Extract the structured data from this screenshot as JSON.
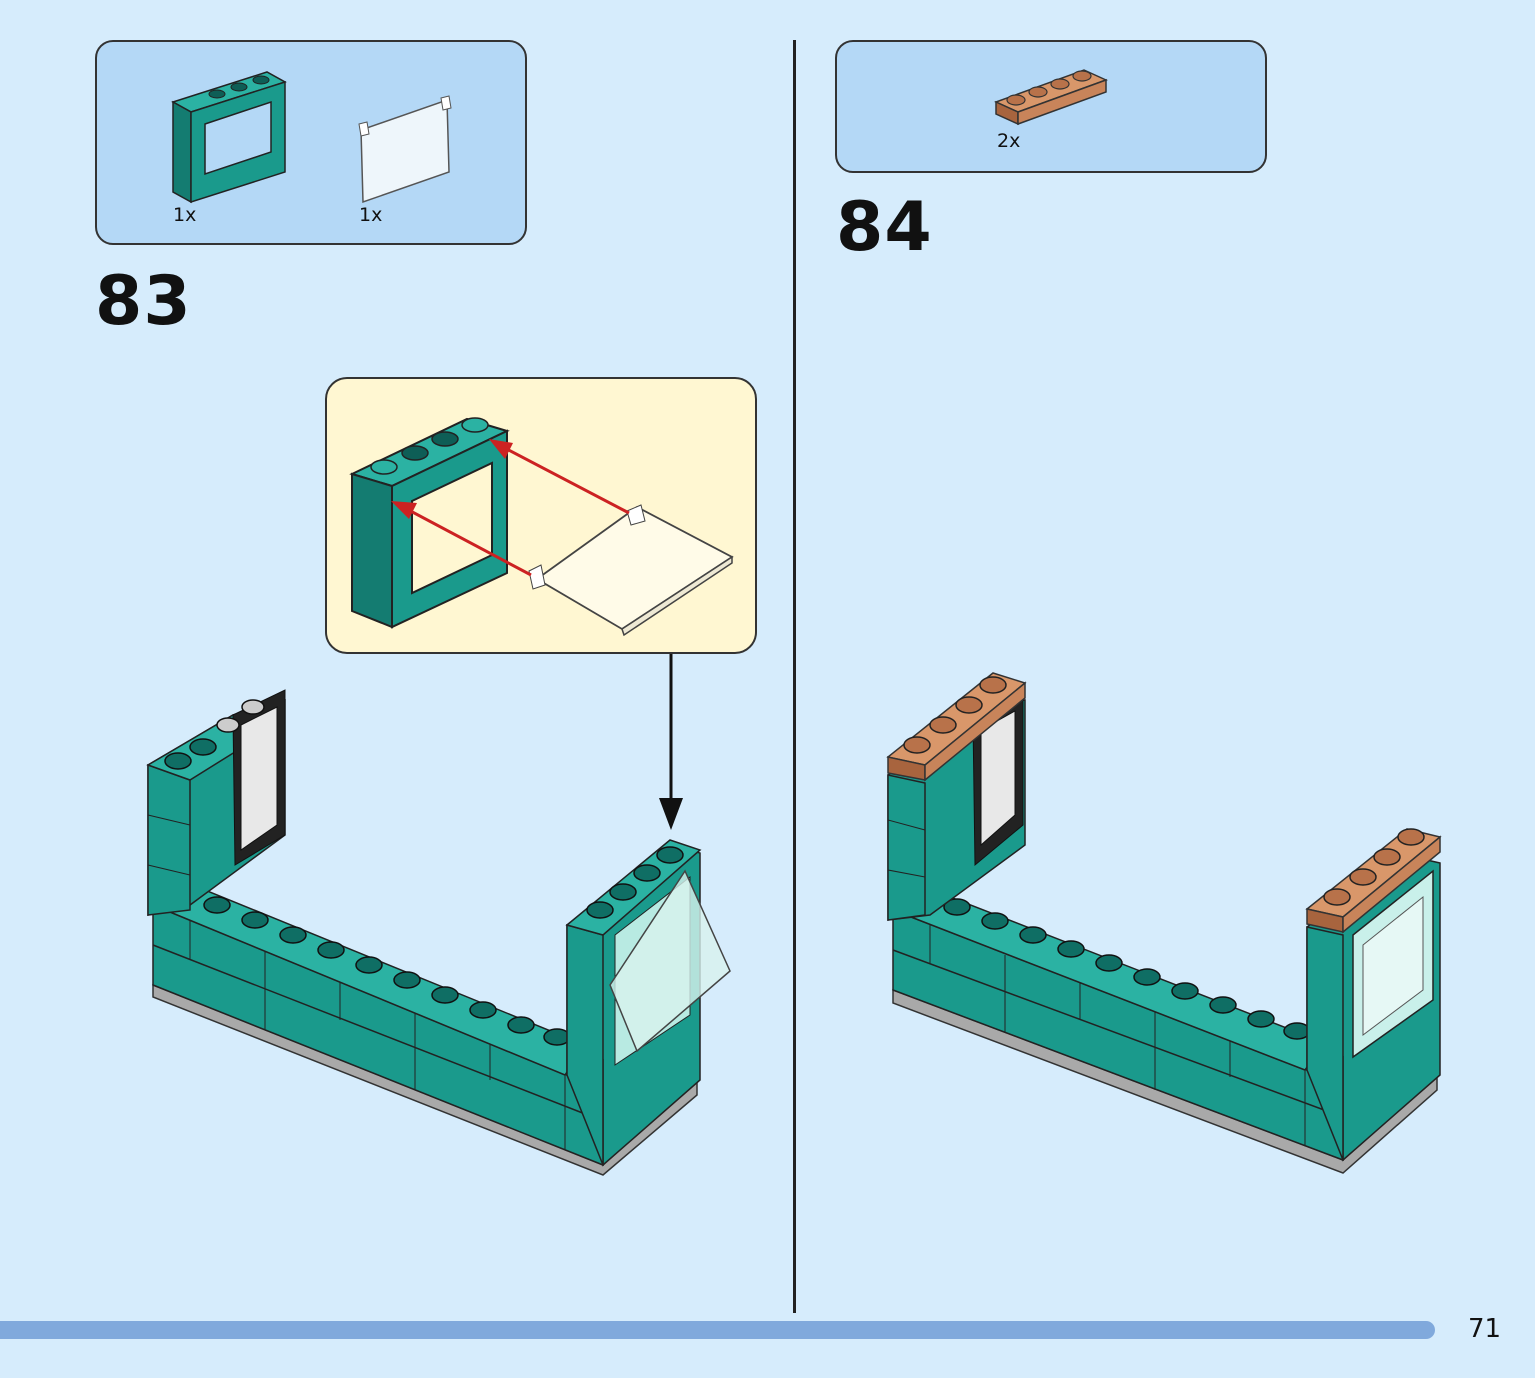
{
  "steps": [
    {
      "number": "83",
      "parts": [
        {
          "icon": "window-frame-icon",
          "qty": "1x",
          "color": "#1a9a8c"
        },
        {
          "icon": "glass-pane-icon",
          "qty": "1x",
          "color": "#eef6fb"
        }
      ]
    },
    {
      "number": "84",
      "parts": [
        {
          "icon": "tan-plate-1x4-icon",
          "qty": "2x",
          "color": "#c8845a"
        }
      ]
    }
  ],
  "page": {
    "number": "71"
  },
  "colors": {
    "background": "#d6ecfc",
    "parts_box": "#b4d8f6",
    "callout": "#fff7d2",
    "teal_brick": "#1a9a8c",
    "tan_plate": "#c8845a",
    "arrow": "#cc2222",
    "progress": "#80a9dc"
  }
}
